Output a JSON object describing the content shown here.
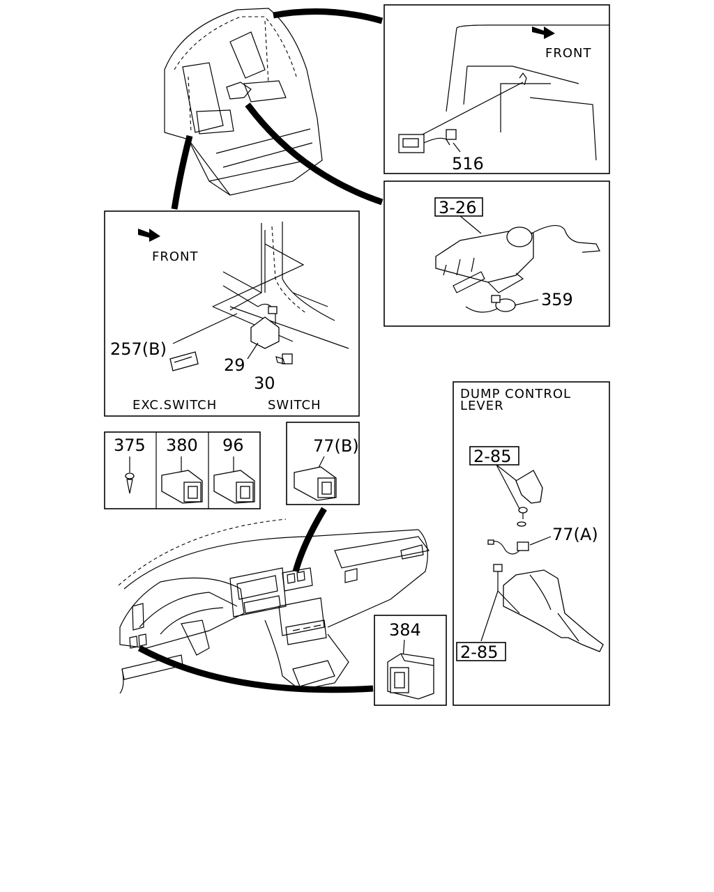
{
  "labels": {
    "front_top": "FRONT",
    "part_516": "516",
    "ref_3_26": "3-26",
    "part_359": "359",
    "front_left": "FRONT",
    "part_257b": "257(B)",
    "part_29": "29",
    "part_30": "30",
    "exc_switch": "EXC.SWITCH",
    "switch": "SWITCH",
    "part_375": "375",
    "part_380": "380",
    "part_96": "96",
    "part_77b": "77(B)",
    "dump_line1": "DUMP CONTROL",
    "dump_line2": "LEVER",
    "ref_2_85_top": "2-85",
    "part_77a": "77(A)",
    "ref_2_85_bottom": "2-85",
    "part_384": "384"
  }
}
